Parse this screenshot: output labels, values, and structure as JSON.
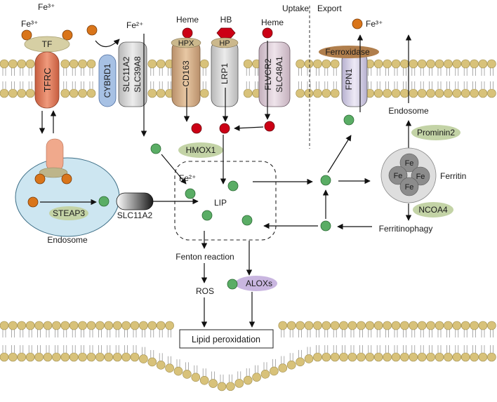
{
  "sections": {
    "uptake": "Uptake",
    "export": "Export"
  },
  "ions": {
    "fe3_top": "Fe³⁺",
    "fe3_tf": "Fe³⁺",
    "fe2_top": "Fe²⁺",
    "fe3_export": "Fe³⁺",
    "fe2_lip": "Fe²⁺"
  },
  "ligands": {
    "heme1": "Heme",
    "hb": "HB",
    "heme2": "Heme"
  },
  "proteins": {
    "tf": "TF",
    "tfrc": "TFRC",
    "cybrd1": "CYBRD1",
    "slc11a2_line1": "SLC11A2",
    "slc39a8": "SLC39A8",
    "hpx": "HPX",
    "cd163": "CD163",
    "hp": "HP",
    "lrp1": "LRP1",
    "flvcr2": "FLVCR2",
    "slc48a1": "SLC48A1",
    "ferroxidase": "Ferroxidase",
    "fpn1": "FPN1",
    "hmox1": "HMOX1",
    "steap3": "STEAP3",
    "slc11a2_endo": "SLC11A2",
    "prominin2": "Prominin2",
    "ncoa4": "NCOA4",
    "alox": "ALOXs"
  },
  "labels": {
    "endosome_left": "Endosome",
    "endosome_right": "Endosome",
    "lip": "LIP",
    "ferritin": "Ferritin",
    "ferritin_fe": [
      "Fe",
      "Fe",
      "Fe",
      "Fe"
    ],
    "ferritinophagy": "Ferritinophagy",
    "fenton": "Fenton reaction",
    "ros": "ROS",
    "lipid_peroxidation": "Lipid peroxidation"
  },
  "colors": {
    "fe3": "#d9751a",
    "fe2": "#5aad65",
    "heme": "#cc0015",
    "lipid_head": "#d8c27a",
    "tfrc": "#e07a5a",
    "endosome": "#cde6f1",
    "oval_label": "#c3d3a6",
    "ferritin": "#8c8c8c"
  }
}
